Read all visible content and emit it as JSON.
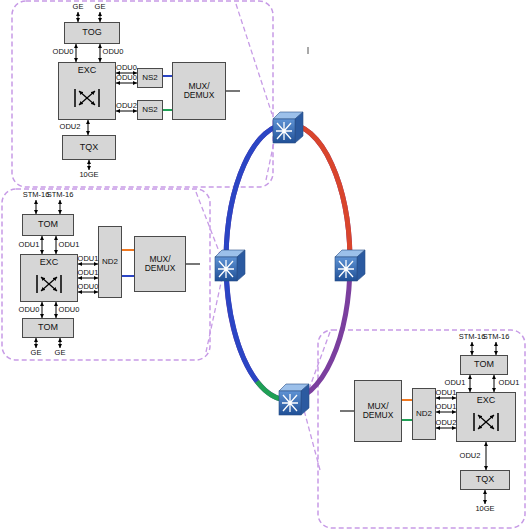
{
  "diagram": {
    "nodes": [
      {
        "text": [
          "TOG"
        ]
      },
      {
        "text": [
          "EXC"
        ]
      },
      {
        "text": [
          "NS2"
        ]
      },
      {
        "text": [
          "NS2"
        ]
      },
      {
        "text": [
          "MUX/ DEMUX"
        ]
      },
      {
        "text": [
          "TQX"
        ]
      },
      {
        "text": [
          "TOM"
        ]
      },
      {
        "text": [
          "EXC"
        ]
      },
      {
        "text": [
          "ND2"
        ]
      },
      {
        "text": [
          "MUX/ DEMUX"
        ]
      },
      {
        "text": [
          "TOM"
        ]
      },
      {
        "text": [
          "TOM"
        ]
      },
      {
        "text": [
          "MUX/ DEMUX"
        ]
      },
      {
        "text": [
          "ND2"
        ]
      },
      {
        "text": [
          "EXC"
        ]
      },
      {
        "text": [
          "TQX"
        ]
      }
    ],
    "edges": [
      {
        "from": 0,
        "to": 1,
        "arrow": "both",
        "label": "ODU0"
      },
      {
        "from": 0,
        "to": 1,
        "arrow": "both",
        "label": "ODU0"
      },
      {
        "from": 1,
        "to": 2,
        "arrow": "both",
        "label": "ODU0"
      },
      {
        "from": 1,
        "to": 2,
        "arrow": "both",
        "label": "ODU0"
      },
      {
        "from": 1,
        "to": 3,
        "arrow": "both",
        "label": "ODU2"
      },
      {
        "from": 1,
        "to": 5,
        "arrow": "both",
        "label": "ODU2"
      },
      {
        "from": 2,
        "to": 4,
        "arrow": "none"
      },
      {
        "from": 3,
        "to": 4,
        "arrow": "none"
      },
      {
        "from": 6,
        "to": 7,
        "arrow": "both",
        "label": "ODU1"
      },
      {
        "from": 6,
        "to": 7,
        "arrow": "both",
        "label": "ODU1"
      },
      {
        "from": 7,
        "to": 8,
        "arrow": "both",
        "label": "ODU1"
      },
      {
        "from": 7,
        "to": 8,
        "arrow": "both",
        "label": "ODU1"
      },
      {
        "from": 7,
        "to": 8,
        "arrow": "both",
        "label": "ODU0"
      },
      {
        "from": 7,
        "to": 10,
        "arrow": "both",
        "label": "ODU0"
      },
      {
        "from": 7,
        "to": 10,
        "arrow": "both",
        "label": "ODU0"
      },
      {
        "from": 8,
        "to": 9,
        "arrow": "none"
      },
      {
        "from": 8,
        "to": 9,
        "arrow": "none"
      },
      {
        "from": 11,
        "to": 14,
        "arrow": "both",
        "label": "ODU1"
      },
      {
        "from": 11,
        "to": 14,
        "arrow": "both",
        "label": "ODU1"
      },
      {
        "from": 12,
        "to": 13,
        "arrow": "none"
      },
      {
        "from": 12,
        "to": 13,
        "arrow": "none"
      },
      {
        "from": 13,
        "to": 14,
        "arrow": "both",
        "label": "ODU1"
      },
      {
        "from": 13,
        "to": 14,
        "arrow": "both",
        "label": "ODU1"
      },
      {
        "from": 13,
        "to": 14,
        "arrow": "both",
        "label": "ODU2"
      },
      {
        "from": 14,
        "to": 15,
        "arrow": "both",
        "label": "ODU2"
      }
    ],
    "labels": [
      "GE",
      "GE",
      "10GE",
      "STM-16",
      "STM-16",
      "GE",
      "GE",
      "STM-16",
      "STM-16",
      "10GE"
    ]
  }
}
